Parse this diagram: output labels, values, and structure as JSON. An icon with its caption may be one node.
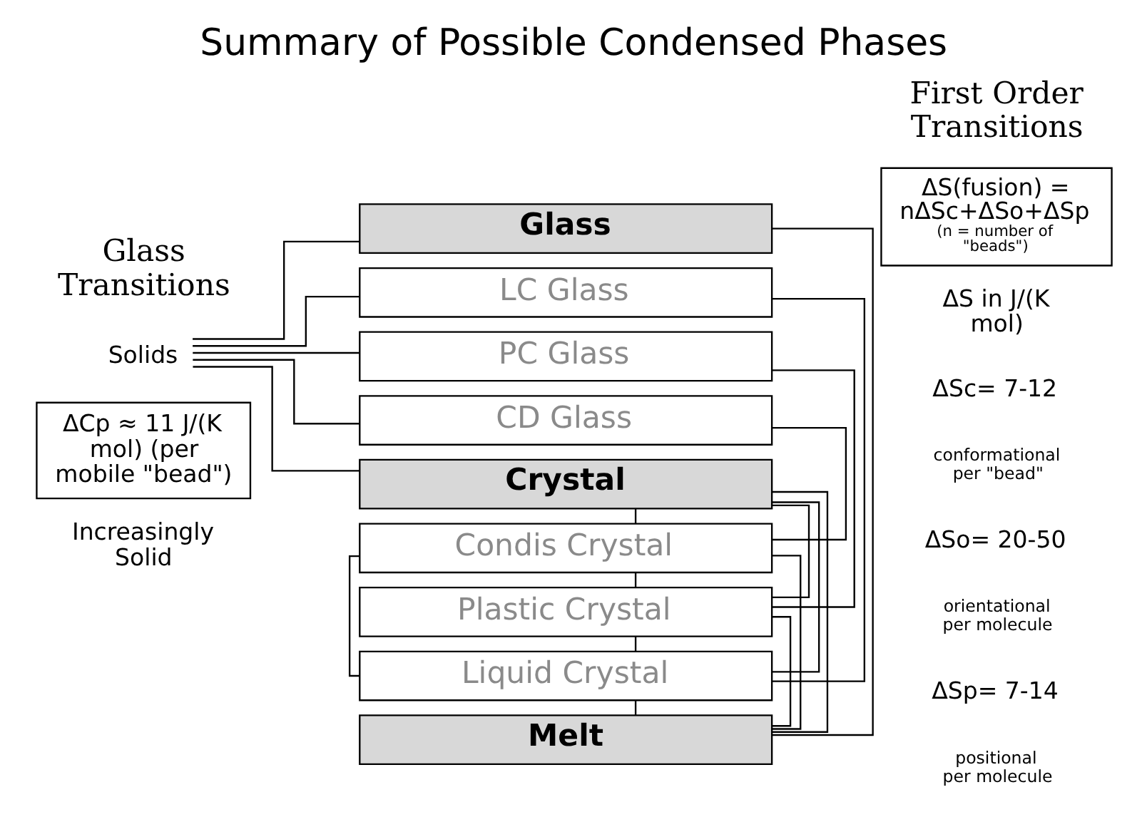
{
  "diagram": {
    "title": "Summary of Possible Condensed Phases",
    "nodes": [
      {
        "text": [
          "Glass"
        ]
      },
      {
        "text": [
          "LC Glass"
        ]
      },
      {
        "text": [
          "PC Glass"
        ]
      },
      {
        "text": [
          "CD Glass"
        ]
      },
      {
        "text": [
          "Crystal"
        ]
      },
      {
        "text": [
          "Condis Crystal"
        ]
      },
      {
        "text": [
          "Plastic Crystal"
        ]
      },
      {
        "text": [
          "Liquid Crystal"
        ]
      },
      {
        "text": [
          "Melt"
        ]
      },
      {
        "text": [
          "Solids"
        ]
      },
      {
        "text": [
          "ΔCp ≈ 11 J/(K mol) (per mobile \"bead\")"
        ]
      },
      {
        "text": [
          "ΔS(fusion) = nΔSc+ΔSo+ΔSp",
          "(n = number of \"beads\")"
        ]
      }
    ],
    "edges": [
      {
        "from": 9,
        "to": 0,
        "arrow": "none"
      },
      {
        "from": 9,
        "to": 1,
        "arrow": "none"
      },
      {
        "from": 9,
        "to": 2,
        "arrow": "none"
      },
      {
        "from": 9,
        "to": 3,
        "arrow": "none"
      },
      {
        "from": 9,
        "to": 4,
        "arrow": "none"
      },
      {
        "from": 0,
        "to": 8,
        "arrow": "none"
      },
      {
        "from": 1,
        "to": 7,
        "arrow": "none"
      },
      {
        "from": 2,
        "to": 6,
        "arrow": "none"
      },
      {
        "from": 3,
        "to": 5,
        "arrow": "none"
      },
      {
        "from": 4,
        "to": 5,
        "arrow": "none"
      },
      {
        "from": 4,
        "to": 6,
        "arrow": "none"
      },
      {
        "from": 4,
        "to": 7,
        "arrow": "none"
      },
      {
        "from": 4,
        "to": 8,
        "arrow": "none"
      },
      {
        "from": 5,
        "to": 6,
        "arrow": "none"
      },
      {
        "from": 5,
        "to": 7,
        "arrow": "none"
      },
      {
        "from": 5,
        "to": 8,
        "arrow": "none"
      },
      {
        "from": 6,
        "to": 7,
        "arrow": "none"
      },
      {
        "from": 6,
        "to": 8,
        "arrow": "none"
      },
      {
        "from": 7,
        "to": 8,
        "arrow": "none"
      }
    ],
    "labels": [
      "Glass Transitions",
      "First Order Transitions",
      "ΔS in J/(K mol)",
      "ΔSc= 7-12",
      "conformational per \"bead\"",
      "ΔSo= 20-50",
      "orientational per molecule",
      "ΔSp= 7-14",
      "positional per molecule",
      "Increasingly Solid"
    ]
  }
}
